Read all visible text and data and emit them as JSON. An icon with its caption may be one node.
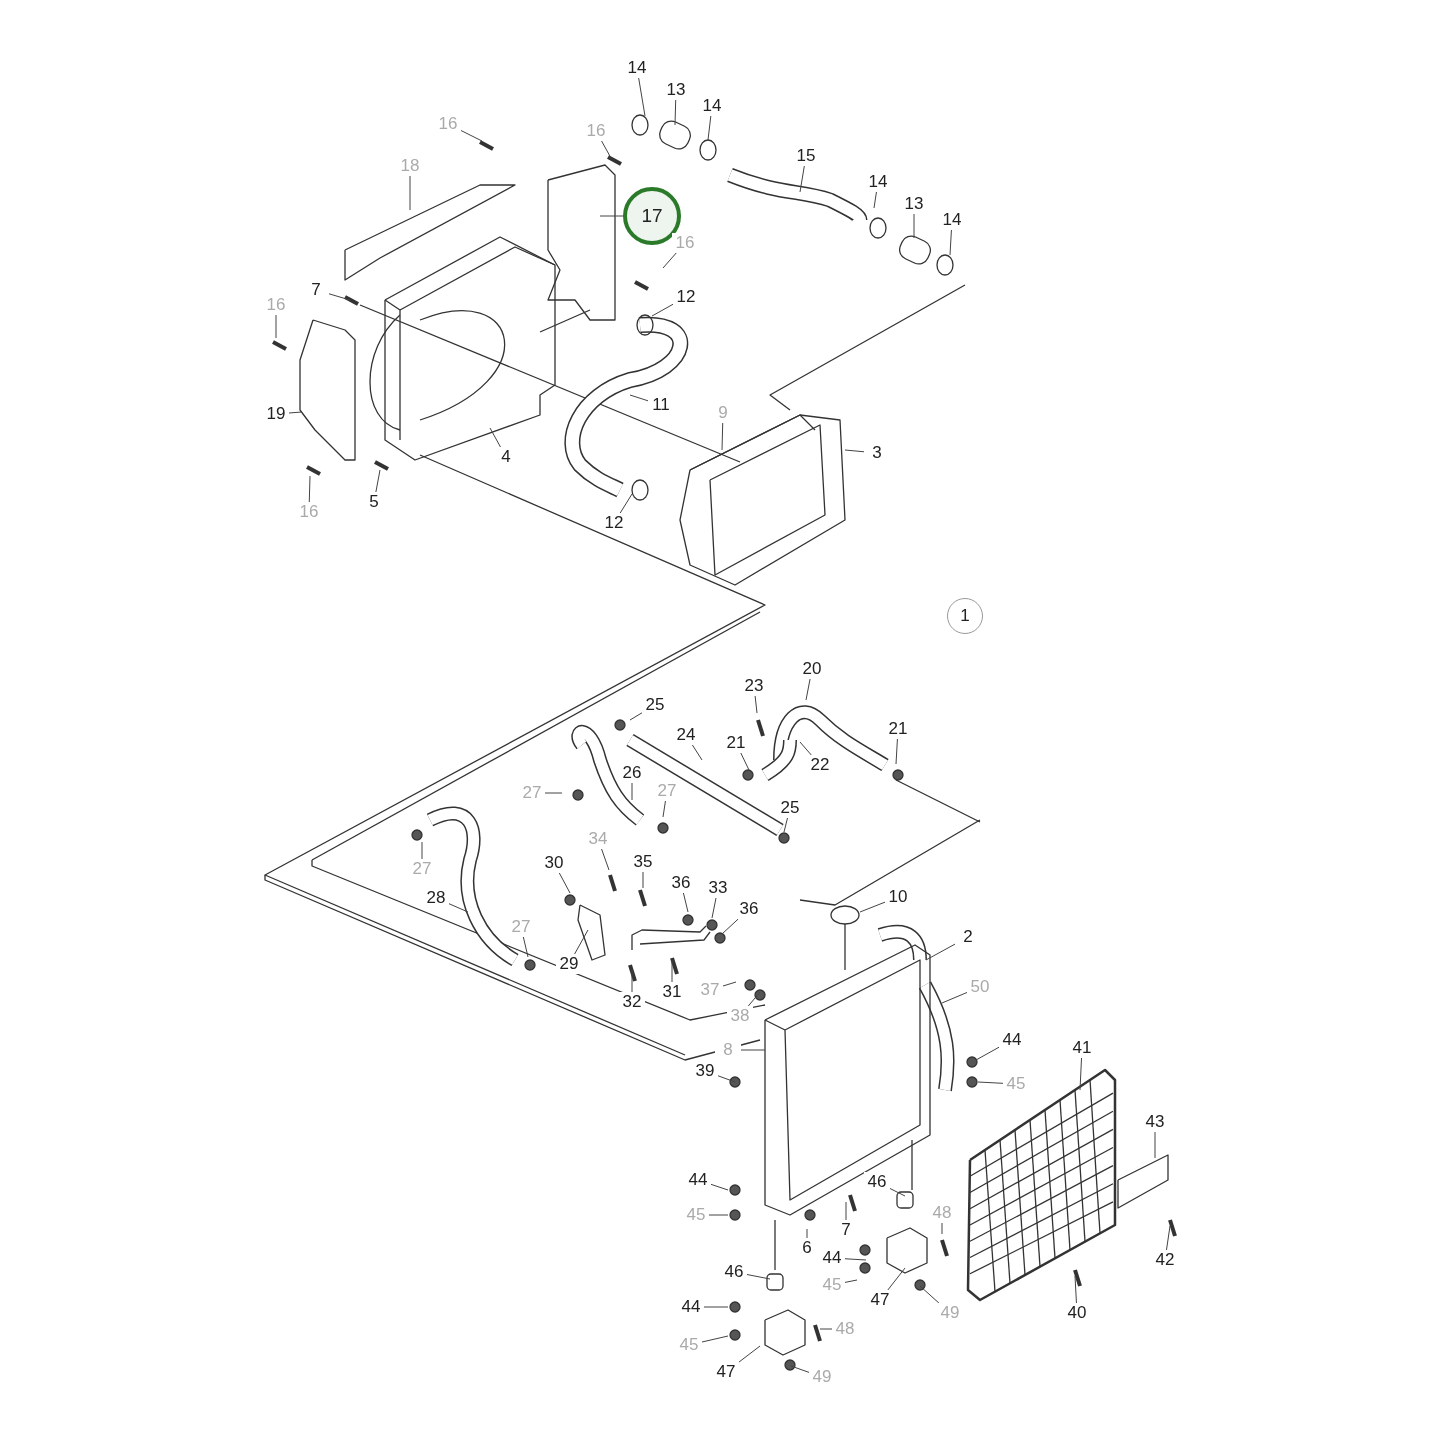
{
  "diagram": {
    "nodes": [
      {
        "text": [
          "14"
        ]
      },
      {
        "text": [
          "13"
        ]
      },
      {
        "text": [
          "14"
        ]
      },
      {
        "text": [
          "16"
        ]
      },
      {
        "text": [
          "16"
        ]
      },
      {
        "text": [
          "18"
        ]
      },
      {
        "text": [
          "17"
        ]
      },
      {
        "text": [
          "15"
        ]
      },
      {
        "text": [
          "14"
        ]
      },
      {
        "text": [
          "13"
        ]
      },
      {
        "text": [
          "14"
        ]
      },
      {
        "text": [
          "16"
        ]
      },
      {
        "text": [
          "7"
        ]
      },
      {
        "text": [
          "16"
        ]
      },
      {
        "text": [
          "12"
        ]
      },
      {
        "text": [
          "19"
        ]
      },
      {
        "text": [
          "11"
        ]
      },
      {
        "text": [
          "9"
        ]
      },
      {
        "text": [
          "3"
        ]
      },
      {
        "text": [
          "4"
        ]
      },
      {
        "text": [
          "16"
        ]
      },
      {
        "text": [
          "5"
        ]
      },
      {
        "text": [
          "12"
        ]
      },
      {
        "text": [
          "1"
        ]
      },
      {
        "text": [
          "20"
        ]
      },
      {
        "text": [
          "23"
        ]
      },
      {
        "text": [
          "25"
        ]
      },
      {
        "text": [
          "24"
        ]
      },
      {
        "text": [
          "21"
        ]
      },
      {
        "text": [
          "22"
        ]
      },
      {
        "text": [
          "21"
        ]
      },
      {
        "text": [
          "27"
        ]
      },
      {
        "text": [
          "26"
        ]
      },
      {
        "text": [
          "27"
        ]
      },
      {
        "text": [
          "25"
        ]
      },
      {
        "text": [
          "27"
        ]
      },
      {
        "text": [
          "34"
        ]
      },
      {
        "text": [
          "35"
        ]
      },
      {
        "text": [
          "30"
        ]
      },
      {
        "text": [
          "36"
        ]
      },
      {
        "text": [
          "33"
        ]
      },
      {
        "text": [
          "36"
        ]
      },
      {
        "text": [
          "28"
        ]
      },
      {
        "text": [
          "27"
        ]
      },
      {
        "text": [
          "10"
        ]
      },
      {
        "text": [
          "2"
        ]
      },
      {
        "text": [
          "29"
        ]
      },
      {
        "text": [
          "32"
        ]
      },
      {
        "text": [
          "31"
        ]
      },
      {
        "text": [
          "37"
        ]
      },
      {
        "text": [
          "38"
        ]
      },
      {
        "text": [
          "50"
        ]
      },
      {
        "text": [
          "8"
        ]
      },
      {
        "text": [
          "44"
        ]
      },
      {
        "text": [
          "39"
        ]
      },
      {
        "text": [
          "45"
        ]
      },
      {
        "text": [
          "41"
        ]
      },
      {
        "text": [
          "43"
        ]
      },
      {
        "text": [
          "44"
        ]
      },
      {
        "text": [
          "46"
        ]
      },
      {
        "text": [
          "48"
        ]
      },
      {
        "text": [
          "45"
        ]
      },
      {
        "text": [
          "7"
        ]
      },
      {
        "text": [
          "6"
        ]
      },
      {
        "text": [
          "44"
        ]
      },
      {
        "text": [
          "42"
        ]
      },
      {
        "text": [
          "46"
        ]
      },
      {
        "text": [
          "45"
        ]
      },
      {
        "text": [
          "47"
        ]
      },
      {
        "text": [
          "49"
        ]
      },
      {
        "text": [
          "40"
        ]
      },
      {
        "text": [
          "44"
        ]
      },
      {
        "text": [
          "48"
        ]
      },
      {
        "text": [
          "45"
        ]
      },
      {
        "text": [
          "47"
        ]
      },
      {
        "text": [
          "49"
        ]
      }
    ],
    "edges": [
      {
        "from": 0,
        "to": null,
        "arrow": "none"
      },
      {
        "from": 1,
        "to": null,
        "arrow": "none"
      },
      {
        "from": 2,
        "to": null,
        "arrow": "none"
      },
      {
        "from": 3,
        "to": null,
        "arrow": "none"
      },
      {
        "from": 4,
        "to": null,
        "arrow": "none"
      },
      {
        "from": 5,
        "to": null,
        "arrow": "none"
      },
      {
        "from": 6,
        "to": null,
        "arrow": "none"
      },
      {
        "from": 7,
        "to": null,
        "arrow": "none"
      },
      {
        "from": 8,
        "to": null,
        "arrow": "none"
      },
      {
        "from": 9,
        "to": null,
        "arrow": "none"
      },
      {
        "from": 10,
        "to": null,
        "arrow": "none"
      },
      {
        "from": 11,
        "to": null,
        "arrow": "none"
      },
      {
        "from": 12,
        "to": null,
        "arrow": "none"
      },
      {
        "from": 13,
        "to": null,
        "arrow": "none"
      },
      {
        "from": 14,
        "to": null,
        "arrow": "none"
      },
      {
        "from": 15,
        "to": null,
        "arrow": "none"
      },
      {
        "from": 16,
        "to": null,
        "arrow": "none"
      },
      {
        "from": 17,
        "to": null,
        "arrow": "none"
      },
      {
        "from": 18,
        "to": null,
        "arrow": "none"
      },
      {
        "from": 19,
        "to": null,
        "arrow": "none"
      },
      {
        "from": 20,
        "to": null,
        "arrow": "none"
      },
      {
        "from": 21,
        "to": null,
        "arrow": "none"
      },
      {
        "from": 22,
        "to": null,
        "arrow": "none"
      },
      {
        "from": 24,
        "to": null,
        "arrow": "none"
      },
      {
        "from": 25,
        "to": null,
        "arrow": "none"
      },
      {
        "from": 26,
        "to": null,
        "arrow": "none"
      },
      {
        "from": 27,
        "to": null,
        "arrow": "none"
      },
      {
        "from": 28,
        "to": null,
        "arrow": "none"
      },
      {
        "from": 29,
        "to": null,
        "arrow": "none"
      },
      {
        "from": 30,
        "to": null,
        "arrow": "none"
      },
      {
        "from": 31,
        "to": null,
        "arrow": "none"
      },
      {
        "from": 32,
        "to": null,
        "arrow": "none"
      },
      {
        "from": 33,
        "to": null,
        "arrow": "none"
      },
      {
        "from": 34,
        "to": null,
        "arrow": "none"
      },
      {
        "from": 35,
        "to": null,
        "arrow": "none"
      },
      {
        "from": 36,
        "to": null,
        "arrow": "none"
      },
      {
        "from": 37,
        "to": null,
        "arrow": "none"
      },
      {
        "from": 38,
        "to": null,
        "arrow": "none"
      },
      {
        "from": 39,
        "to": null,
        "arrow": "none"
      },
      {
        "from": 40,
        "to": null,
        "arrow": "none"
      },
      {
        "from": 41,
        "to": null,
        "arrow": "none"
      },
      {
        "from": 42,
        "to": null,
        "arrow": "none"
      },
      {
        "from": 43,
        "to": null,
        "arrow": "none"
      },
      {
        "from": 44,
        "to": null,
        "arrow": "none"
      },
      {
        "from": 45,
        "to": null,
        "arrow": "none"
      },
      {
        "from": 46,
        "to": null,
        "arrow": "none"
      },
      {
        "from": 47,
        "to": null,
        "arrow": "none"
      },
      {
        "from": 48,
        "to": null,
        "arrow": "none"
      },
      {
        "from": 49,
        "to": null,
        "arrow": "none"
      },
      {
        "from": 50,
        "to": null,
        "arrow": "none"
      },
      {
        "from": 51,
        "to": null,
        "arrow": "none"
      },
      {
        "from": 52,
        "to": null,
        "arrow": "none"
      },
      {
        "from": 53,
        "to": null,
        "arrow": "none"
      },
      {
        "from": 54,
        "to": null,
        "arrow": "none"
      },
      {
        "from": 55,
        "to": null,
        "arrow": "none"
      },
      {
        "from": 56,
        "to": null,
        "arrow": "none"
      },
      {
        "from": 57,
        "to": null,
        "arrow": "none"
      },
      {
        "from": 58,
        "to": null,
        "arrow": "none"
      },
      {
        "from": 59,
        "to": null,
        "arrow": "none"
      },
      {
        "from": 60,
        "to": null,
        "arrow": "none"
      },
      {
        "from": 61,
        "to": null,
        "arrow": "none"
      },
      {
        "from": 62,
        "to": null,
        "arrow": "none"
      },
      {
        "from": 63,
        "to": null,
        "arrow": "none"
      },
      {
        "from": 64,
        "to": null,
        "arrow": "none"
      },
      {
        "from": 65,
        "to": null,
        "arrow": "none"
      },
      {
        "from": 66,
        "to": null,
        "arrow": "none"
      },
      {
        "from": 67,
        "to": null,
        "arrow": "none"
      },
      {
        "from": 68,
        "to": null,
        "arrow": "none"
      },
      {
        "from": 69,
        "to": null,
        "arrow": "none"
      },
      {
        "from": 70,
        "to": null,
        "arrow": "none"
      },
      {
        "from": 71,
        "to": null,
        "arrow": "none"
      },
      {
        "from": 72,
        "to": null,
        "arrow": "none"
      },
      {
        "from": 73,
        "to": null,
        "arrow": "none"
      },
      {
        "from": 74,
        "to": null,
        "arrow": "none"
      },
      {
        "from": 75,
        "to": null,
        "arrow": "none"
      }
    ]
  }
}
